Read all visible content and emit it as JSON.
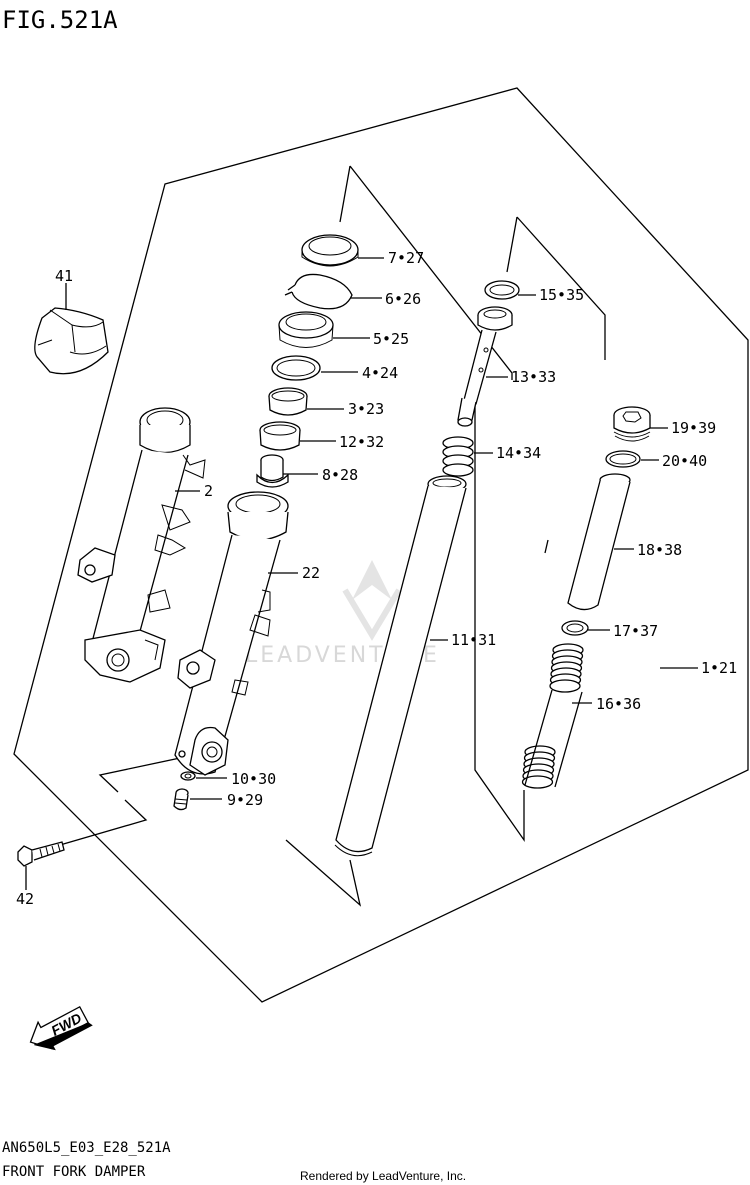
{
  "figure": {
    "title": "FIG.521A",
    "code": "AN650L5_E03_E28_521A",
    "name": "FRONT FORK DAMPER",
    "rendered_by": "Rendered by LeadVenture, Inc.",
    "watermark": "LEADVENTURE",
    "fwd_label": "FWD"
  },
  "callouts": [
    {
      "id": "41",
      "text": "41"
    },
    {
      "id": "7",
      "text": "7•27"
    },
    {
      "id": "6",
      "text": "6•26"
    },
    {
      "id": "5",
      "text": "5•25"
    },
    {
      "id": "4",
      "text": "4•24"
    },
    {
      "id": "3",
      "text": "3•23"
    },
    {
      "id": "12",
      "text": "12•32"
    },
    {
      "id": "8",
      "text": "8•28"
    },
    {
      "id": "2",
      "text": "2"
    },
    {
      "id": "22",
      "text": "22"
    },
    {
      "id": "15",
      "text": "15•35"
    },
    {
      "id": "13",
      "text": "13•33"
    },
    {
      "id": "14",
      "text": "14•34"
    },
    {
      "id": "11",
      "text": "11•31"
    },
    {
      "id": "19",
      "text": "19•39"
    },
    {
      "id": "20",
      "text": "20•40"
    },
    {
      "id": "18",
      "text": "18•38"
    },
    {
      "id": "17",
      "text": "17•37"
    },
    {
      "id": "1",
      "text": "1•21"
    },
    {
      "id": "16",
      "text": "16•36"
    },
    {
      "id": "10",
      "text": "10•30"
    },
    {
      "id": "9",
      "text": "9•29"
    },
    {
      "id": "42",
      "text": "42"
    }
  ]
}
